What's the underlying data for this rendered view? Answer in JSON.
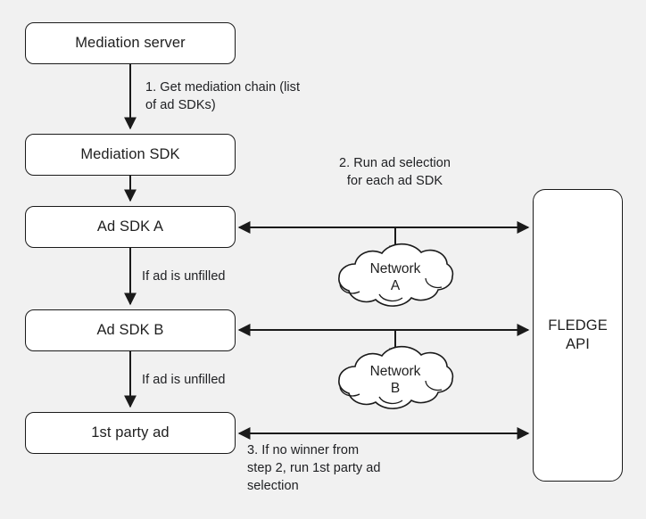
{
  "diagram": {
    "title": "Ad mediation waterfall with FLEDGE API",
    "background_color": "#f1f1f1",
    "stroke_color": "#1a1a1a",
    "node_fill": "#ffffff",
    "nodes": [
      {
        "id": "mediation-server",
        "label": "Mediation server"
      },
      {
        "id": "mediation-sdk",
        "label": "Mediation SDK"
      },
      {
        "id": "ad-sdk-a",
        "label": "Ad SDK A"
      },
      {
        "id": "ad-sdk-b",
        "label": "Ad SDK B"
      },
      {
        "id": "first-party-ad",
        "label": "1st party ad"
      },
      {
        "id": "fledge-api",
        "label": "FLEDGE\nAPI"
      }
    ],
    "clouds": [
      {
        "id": "network-a",
        "label": "Network\nA"
      },
      {
        "id": "network-b",
        "label": "Network\nB"
      }
    ],
    "edge_labels": [
      {
        "id": "step-1",
        "text": "1. Get mediation chain (list\nof ad SDKs)"
      },
      {
        "id": "step-2",
        "text": "2. Run ad selection\nfor each ad SDK"
      },
      {
        "id": "unfilled-a",
        "text": "If ad is unfilled"
      },
      {
        "id": "unfilled-b",
        "text": "If ad is unfilled"
      },
      {
        "id": "step-3",
        "text": "3. If no winner from\nstep 2, run 1st party ad\nselection"
      }
    ]
  }
}
